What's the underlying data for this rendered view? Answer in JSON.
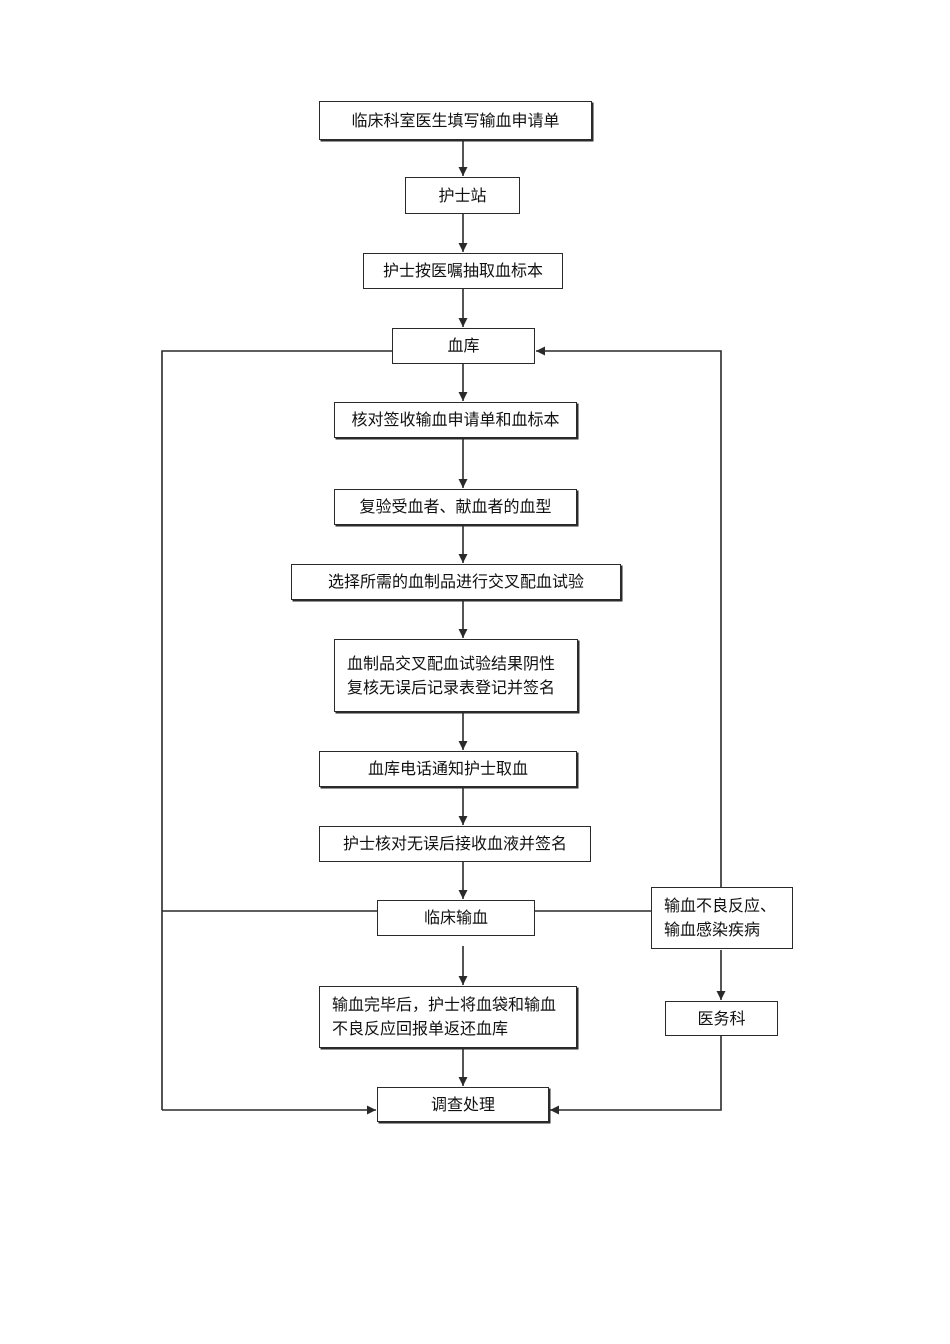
{
  "nodes": {
    "start": "临床科室医生填写输血申请单",
    "nurse_station": "护士站",
    "draw_sample": "护士按医嘱抽取血标本",
    "blood_bank": "血库",
    "verify_sign": "核对签收输血申请单和血标本",
    "recheck_type": "复验受血者、献血者的血型",
    "crossmatch": "选择所需的血制品进行交叉配血试验",
    "result_negative": "血制品交叉配血试验结果阴性\n复核无误后记录表登记并签名",
    "notify_nurse": "血库电话通知护士取血",
    "nurse_receive": "护士核对无误后接收血液并签名",
    "transfusion": "临床输血",
    "adverse_reaction": "输血不良反应、\n输血感染疾病",
    "return_bag": "输血完毕后，护士将血袋和输血\n不良反应回报单返还血库",
    "medical_affairs": "医务科",
    "investigation": "调查处理"
  },
  "colors": {
    "line": "#2a2a2a",
    "background": "#ffffff"
  }
}
